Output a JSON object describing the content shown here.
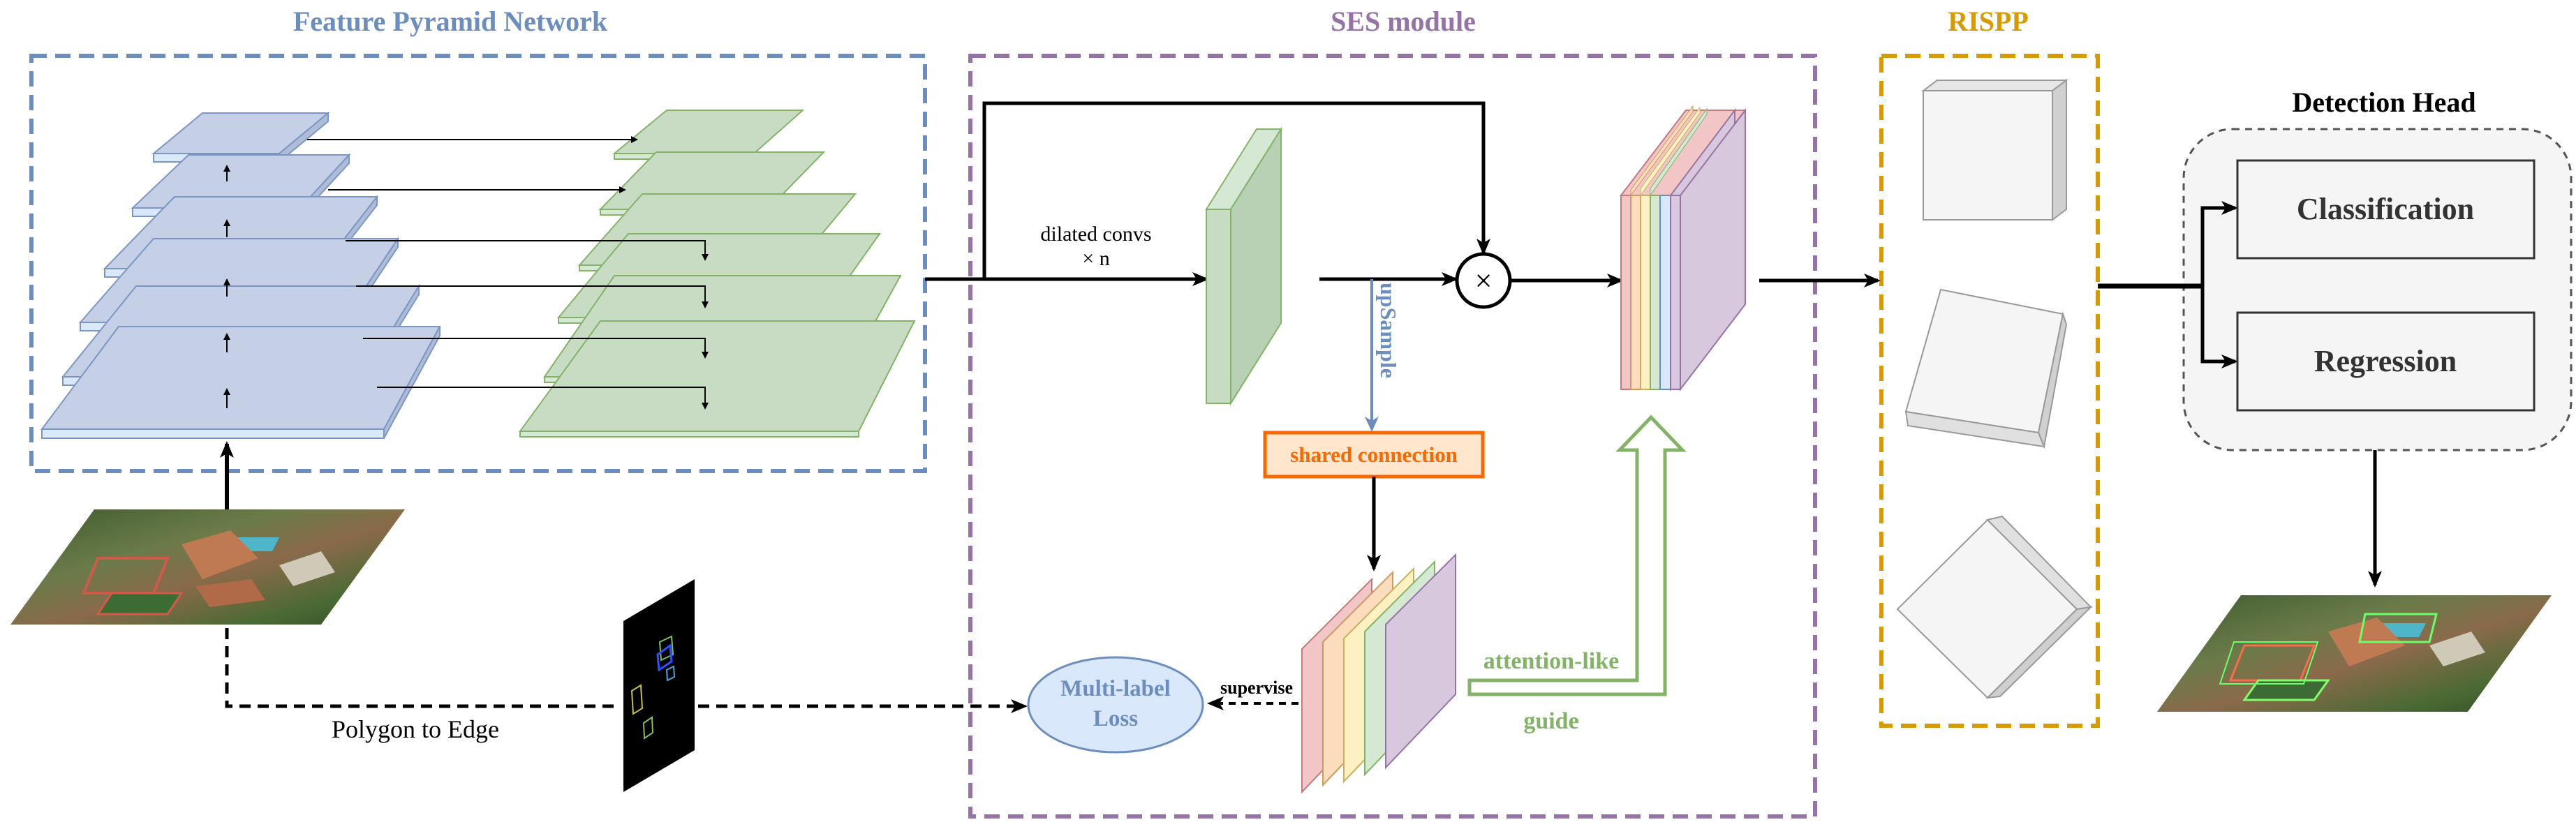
{
  "sections": {
    "fpn_title": "Feature Pyramid Network",
    "ses_title": "SES module",
    "rispp_title": "RISPP",
    "detection_title": "Detection Head"
  },
  "labels": {
    "dilated_convs": "dilated convs",
    "times_n": "× n",
    "upsample": "upSample",
    "shared_connection": "shared connection",
    "multi_label_line1": "Multi-label",
    "multi_label_line2": "Loss",
    "supervise": "supervise",
    "attention_like": "attention-like",
    "guide": "guide",
    "polygon_to_edge": "Polygon to Edge",
    "multiply": "×"
  },
  "detection_head": {
    "classification": "Classification",
    "regression": "Regression"
  },
  "colors": {
    "fpn_border": "#6c8ebf",
    "ses_border": "#9673a6",
    "rispp_border": "#d79b00",
    "shared_connection_border": "#fa6800",
    "attention_green": "#82b366",
    "upsample_blue": "#6c8ebf",
    "loss_fill": "#dae8fc",
    "blue_layer_fill": "#c5cfe5",
    "green_layer_fill": "#c8dcc4",
    "purple_fill": "#d8c8dd"
  }
}
